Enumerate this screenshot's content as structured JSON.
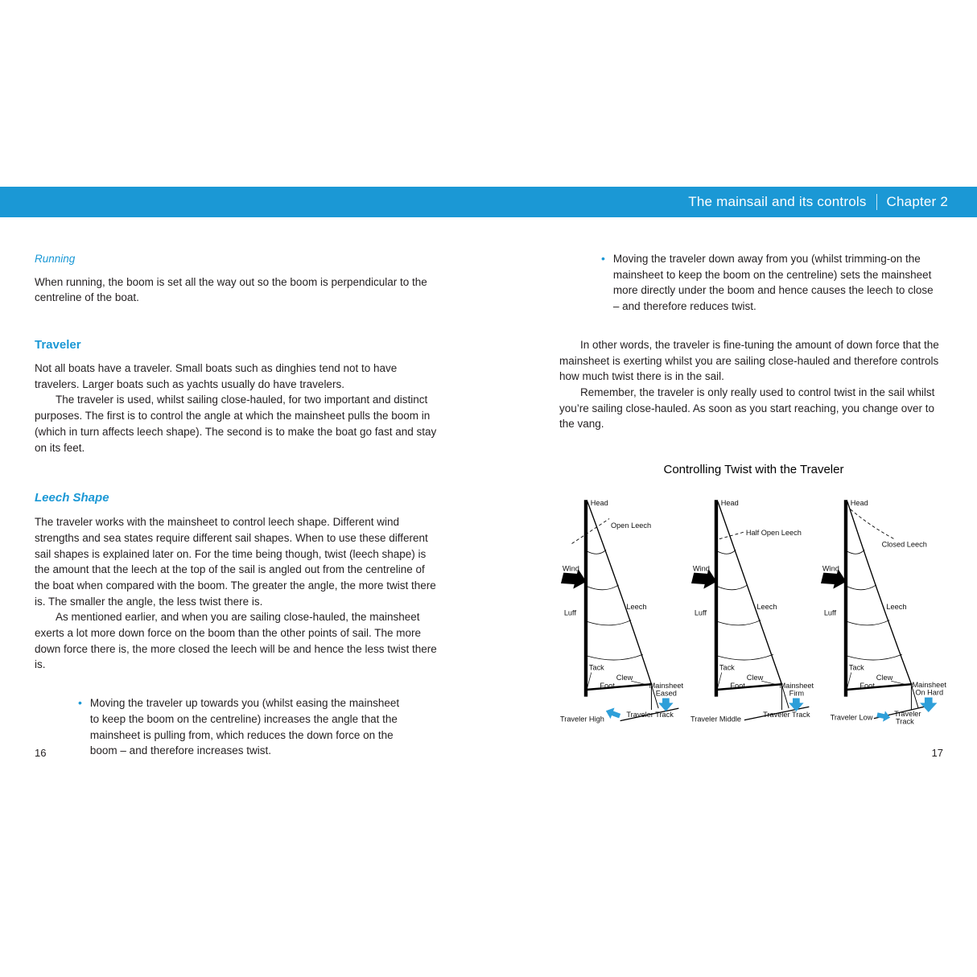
{
  "header": {
    "title": "The mainsail and its controls",
    "chapter": "Chapter 2"
  },
  "bullet_marker": "•",
  "left_page": {
    "page_number": "16",
    "running": {
      "heading": "Running",
      "body": "When running, the boom is set all the way out so the boom is perpendicular to the centreline of the boat."
    },
    "traveler": {
      "heading": "Traveler",
      "para1": "Not all boats have a traveler. Small boats such as dinghies tend not to have travelers. Larger boats such as yachts usually do have travelers.",
      "para2": "The traveler is used, whilst sailing close-hauled, for two important and distinct purposes. The first is to control the angle at which the mainsheet pulls the boom in (which in turn affects leech shape). The second is to make the boat go fast and stay on its feet."
    },
    "leech_shape": {
      "heading": "Leech Shape",
      "para1": "The traveler works with the mainsheet to control leech shape. Different wind strengths and sea states require different sail shapes. When to use these different sail shapes is explained later on. For the time being though, twist (leech shape) is the amount that the leech at the top of the sail is angled out from the centreline of the boat when compared with the boom. The greater the angle, the more twist there is. The smaller the angle, the less twist there is.",
      "para2": "As mentioned earlier, and when you are sailing close-hauled, the mainsheet exerts a lot more down force on the boom than the other points of sail. The more down force there is, the more closed the leech will be and hence the less twist there is."
    },
    "bullet": "Moving the traveler up towards you (whilst easing the mainsheet to keep the boom on the centreline) increases the angle that the mainsheet is pulling from, which reduces the down force on the boom – and therefore increases twist."
  },
  "right_page": {
    "page_number": "17",
    "bullet": "Moving the traveler down away from you (whilst trimming-on the mainsheet to keep the boom on the centreline) sets the mainsheet more directly under the boom and hence causes the leech to close – and therefore reduces twist.",
    "para1": "In other words, the traveler is fine-tuning the amount of down force that the mainsheet is exerting whilst you are sailing close-hauled and therefore controls how much twist there is in the sail.",
    "para2": "Remember, the traveler is only really used to control twist in the sail whilst you’re sailing close-hauled. As soon as you start reaching, you change over to the vang.",
    "figure_title": "Controlling Twist with the Traveler"
  },
  "diagrams": [
    {
      "head": "Head",
      "leech_state": "Open Leech",
      "wind": "Wind",
      "luff": "Luff",
      "leech": "Leech",
      "tack": "Tack",
      "clew": "Clew",
      "foot": "Foot",
      "mainsheet1": "Mainsheet",
      "mainsheet2": "Eased",
      "traveler_position": "Traveler High",
      "track1": "Traveler Track",
      "track2": ""
    },
    {
      "head": "Head",
      "leech_state": "Half Open Leech",
      "wind": "Wind",
      "luff": "Luff",
      "leech": "Leech",
      "tack": "Tack",
      "clew": "Clew",
      "foot": "Foot",
      "mainsheet1": "Mainsheet",
      "mainsheet2": "Firm",
      "traveler_position": "Traveler Middle",
      "track1": "Traveler Track",
      "track2": ""
    },
    {
      "head": "Head",
      "leech_state": "Closed Leech",
      "wind": "Wind",
      "luff": "Luff",
      "leech": "Leech",
      "tack": "Tack",
      "clew": "Clew",
      "foot": "Foot",
      "mainsheet1": "Mainsheet",
      "mainsheet2": "On Hard",
      "traveler_position": "Traveler Low",
      "track1": "Traveler",
      "track2": "Track"
    }
  ],
  "colors": {
    "accent_blue": "#1b98d5",
    "arrow_blue": "#2e9fd9",
    "text": "#231f20"
  }
}
